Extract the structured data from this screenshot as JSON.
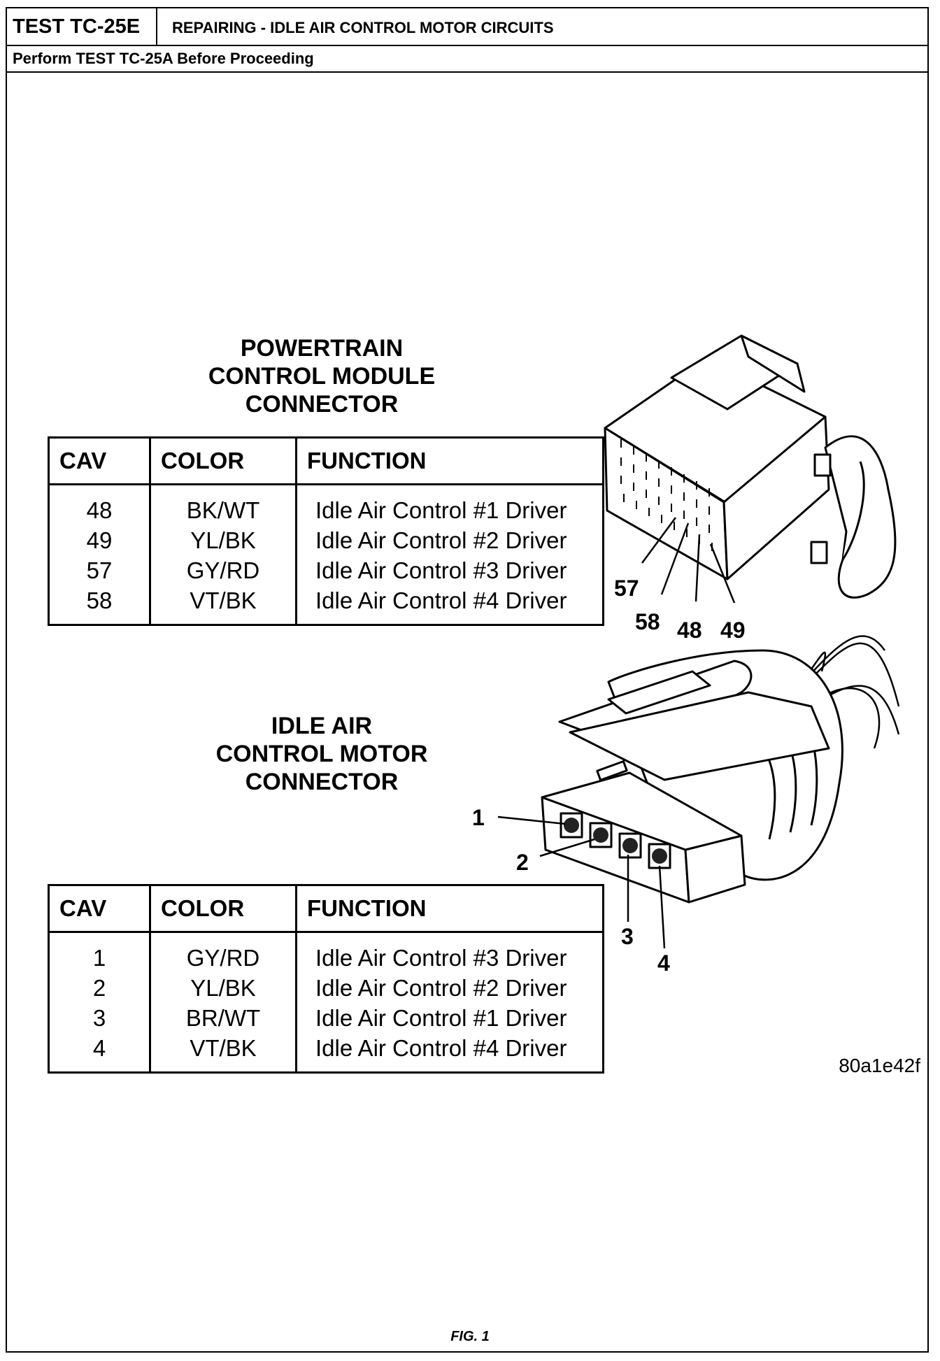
{
  "header": {
    "test_id": "TEST TC-25E",
    "title": "REPAIRING - IDLE AIR CONTROL MOTOR CIRCUITS",
    "prerequisite": "Perform TEST TC-25A Before Proceeding"
  },
  "pcm_connector": {
    "caption": [
      "POWERTRAIN",
      "CONTROL MODULE",
      "CONNECTOR"
    ],
    "columns": [
      "CAV",
      "COLOR",
      "FUNCTION"
    ],
    "rows": [
      {
        "cav": "48",
        "color": "BK/WT",
        "function": "Idle Air Control #1 Driver"
      },
      {
        "cav": "49",
        "color": "YL/BK",
        "function": "Idle Air Control #2 Driver"
      },
      {
        "cav": "57",
        "color": "GY/RD",
        "function": "Idle Air Control #3 Driver"
      },
      {
        "cav": "58",
        "color": "VT/BK",
        "function": "Idle Air Control #4 Driver"
      }
    ],
    "pin_callouts": [
      "57",
      "58",
      "48",
      "49"
    ]
  },
  "iac_connector": {
    "caption": [
      "IDLE AIR",
      "CONTROL MOTOR",
      "CONNECTOR"
    ],
    "columns": [
      "CAV",
      "COLOR",
      "FUNCTION"
    ],
    "rows": [
      {
        "cav": "1",
        "color": "GY/RD",
        "function": "Idle Air Control #3 Driver"
      },
      {
        "cav": "2",
        "color": "YL/BK",
        "function": "Idle Air Control #2 Driver"
      },
      {
        "cav": "3",
        "color": "BR/WT",
        "function": "Idle Air Control #1 Driver"
      },
      {
        "cav": "4",
        "color": "VT/BK",
        "function": "Idle Air Control #4 Driver"
      }
    ],
    "pin_callouts": [
      "1",
      "2",
      "3",
      "4"
    ]
  },
  "image_id": "80a1e42f",
  "figure_label": "FIG. 1"
}
